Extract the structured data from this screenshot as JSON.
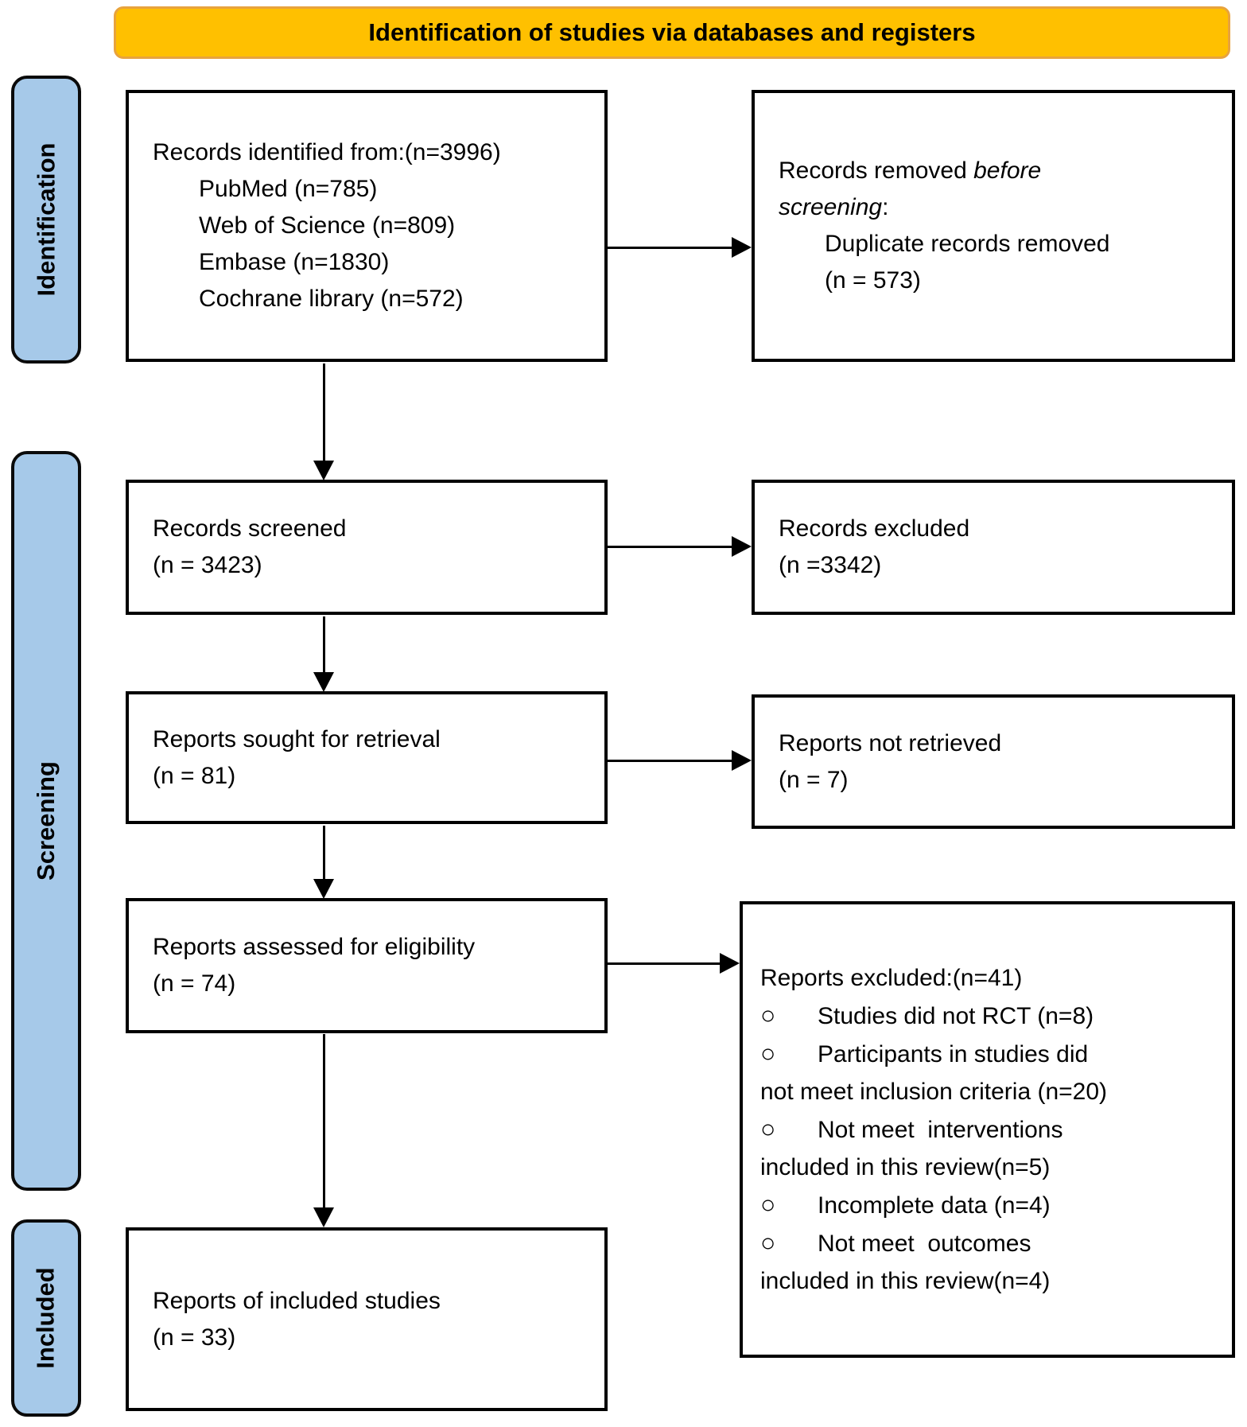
{
  "banner": {
    "title": "Identification of studies via databases and registers"
  },
  "stages": {
    "identification": "Identification",
    "screening": "Screening",
    "included": "Included"
  },
  "bullet_marker": "○",
  "boxes": {
    "records_identified": {
      "lines": [
        "Records identified from:(n=3996)",
        "PubMed (n=785)",
        "Web of Science (n=809)",
        "Embase (n=1830)",
        "Cochrane library (n=572)"
      ]
    },
    "records_removed": {
      "line1_normal": "Records removed ",
      "line1_italic": "before",
      "line2_italic": "screening",
      "line2_normal": ":",
      "line3": "Duplicate records removed",
      "line4": "(n = 573)"
    },
    "records_screened": {
      "line1": "Records screened",
      "line2": "(n = 3423)"
    },
    "records_excluded": {
      "line1": "Records excluded",
      "line2": "(n =3342)"
    },
    "reports_sought": {
      "line1": "Reports sought for retrieval",
      "line2": "(n = 81)"
    },
    "reports_not_retrieved": {
      "line1": "Reports not retrieved",
      "line2": "(n = 7)"
    },
    "reports_assessed": {
      "line1": "Reports assessed for eligibility",
      "line2": "(n = 74)"
    },
    "reports_excluded": {
      "title": "Reports excluded:(n=41)",
      "lines": [
        {
          "bullet": true,
          "text": "Studies did not RCT (n=8)"
        },
        {
          "bullet": true,
          "text": "Participants in studies did"
        },
        {
          "bullet": false,
          "text": "not meet inclusion criteria (n=20)"
        },
        {
          "bullet": true,
          "text": "Not meet  interventions"
        },
        {
          "bullet": false,
          "text": "included in this review(n=5)"
        },
        {
          "bullet": true,
          "text": "Incomplete data (n=4)"
        },
        {
          "bullet": true,
          "text": "Not meet  outcomes"
        },
        {
          "bullet": false,
          "text": "included in this review(n=4)"
        }
      ]
    },
    "included_studies": {
      "line1": "Reports of included studies",
      "line2": "(n = 33)"
    }
  },
  "colors": {
    "banner_fill": "#FFC000",
    "banner_border": "#E8A33D",
    "stage_fill": "#A6C9E9",
    "box_border": "#000000"
  }
}
